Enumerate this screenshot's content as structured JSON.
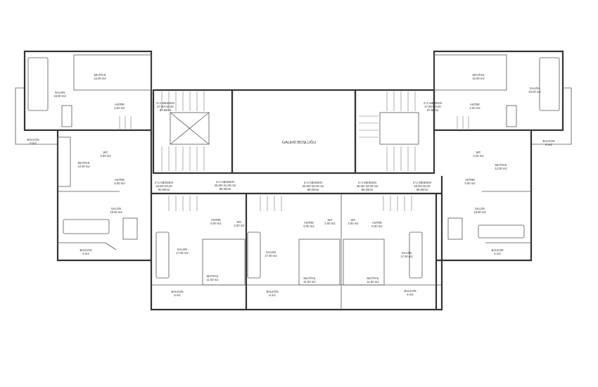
{
  "plan": {
    "gallery": "GALERİ BOŞLUĞU",
    "rooms": [
      {
        "name": "SALON",
        "area": "19.00 m2"
      },
      {
        "name": "MUTFAK",
        "area": "12.00 m2"
      },
      {
        "name": "ANTRE",
        "area": "6.00 m2"
      },
      {
        "name": "BALKON",
        "area": "6 m2"
      },
      {
        "name": "2+1 MESKEN",
        "area": "47.80+40.00",
        "total": "87.80m2"
      },
      {
        "name": "MUTFAK",
        "area": "12.00 m2"
      },
      {
        "name": "WC",
        "area": "2.00 m2"
      },
      {
        "name": "ANTRE",
        "area": "6.00 m2"
      },
      {
        "name": "SALON",
        "area": "19.00 m2"
      },
      {
        "name": "BALKON",
        "area": "6 m2"
      },
      {
        "name": "2+1 MESKEN",
        "area": "46.00+40.00",
        "total": "90.00m2"
      },
      {
        "name": "2+1 MESKEN",
        "area": "46.00+41.00 m2",
        "total": "89.00m2"
      },
      {
        "name": "ANTRE",
        "area": "5.00 m2"
      },
      {
        "name": "WC",
        "area": "2.00 m2"
      },
      {
        "name": "SALON",
        "area": "17.00 m2"
      },
      {
        "name": "MUTFAK",
        "area": "11.00 m2"
      },
      {
        "name": "BALKON",
        "area": "6 m2"
      },
      {
        "name": "SALON",
        "area": "17.00 m2"
      },
      {
        "name": "BALKON",
        "area": "6 m2"
      },
      {
        "name": "MUTFAK",
        "area": "11.00 m2"
      },
      {
        "name": "2+1 MESKEN",
        "area": "46.00+43.00 m2",
        "total": "89.00m2"
      },
      {
        "name": "2+1 MESKEN",
        "area": "46.00+43.00 m2",
        "total": "89.00m2"
      },
      {
        "name": "ANTRE",
        "area": "5.00 m2"
      },
      {
        "name": "WC",
        "area": "2.00 m2"
      },
      {
        "name": "WC",
        "area": "2.00 m2"
      },
      {
        "name": "ANTRE",
        "area": "5.00 m2"
      },
      {
        "name": "MUTFAK",
        "area": "11.00 m2"
      },
      {
        "name": "SALON",
        "area": "17.00 m2"
      },
      {
        "name": "BALKON",
        "area": "6 m2"
      },
      {
        "name": "2+1 MESKEN",
        "area": "46.00+40.00",
        "total": "90.00m2"
      },
      {
        "name": "MUTFAK",
        "area": "12.00 m2"
      },
      {
        "name": "SALON",
        "area": "19.00 m2"
      },
      {
        "name": "ANTRE",
        "area": "4.20 m2"
      },
      {
        "name": "2+1 MESKEN",
        "area": "47.80+40.00",
        "total": "87.80m2"
      },
      {
        "name": "BALKON",
        "area": "6 m2"
      },
      {
        "name": "WC",
        "area": "2.20 m2"
      },
      {
        "name": "MUTFAK",
        "area": "12.00 m2"
      },
      {
        "name": "ANTRE",
        "area": "4.00 m2"
      },
      {
        "name": "SALON",
        "area": "19.00 m2"
      },
      {
        "name": "BALKON",
        "area": "6 m2"
      }
    ]
  }
}
